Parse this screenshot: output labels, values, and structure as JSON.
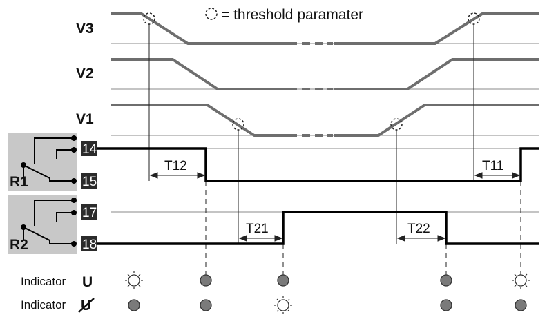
{
  "legend": {
    "text": "= threshold paramater"
  },
  "signals": {
    "v3": "V3",
    "v2": "V2",
    "v1": "V1"
  },
  "relays": {
    "r1": {
      "label": "R1",
      "terminal_top": "14",
      "terminal_bottom": "15"
    },
    "r2": {
      "label": "R2",
      "terminal_top": "17",
      "terminal_bottom": "18"
    }
  },
  "timers": {
    "t12": "T12",
    "t11": "T11",
    "t21": "T21",
    "t22": "T22"
  },
  "indicators": {
    "u": {
      "label": "Indicator",
      "symbol": "U"
    },
    "u_fault": {
      "label": "Indicator",
      "symbol": "U"
    }
  },
  "colors": {
    "waveform": "#6e6e6e",
    "relay_box": "#c8c8c8",
    "terminal": "#2b2b2b",
    "led_off": "#7a7a7a",
    "line": "#000000"
  }
}
